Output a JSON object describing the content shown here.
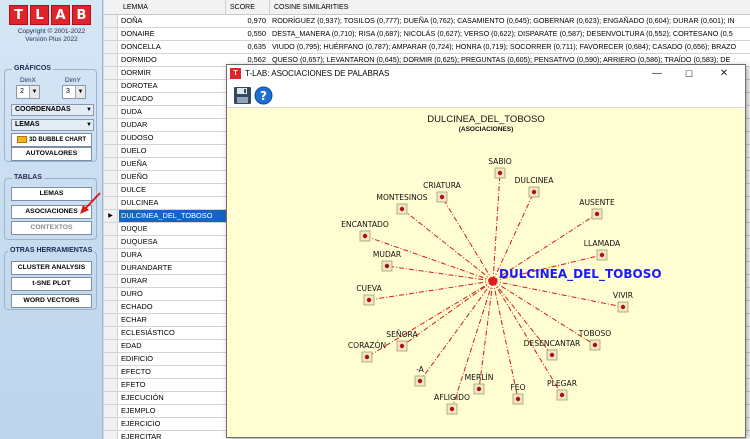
{
  "app": {
    "logo_letters": [
      "T",
      "L",
      "A",
      "B"
    ],
    "copyright": "Copyright © 2001-2022",
    "version": "Versión Plus 2022"
  },
  "left_panel": {
    "graficos": {
      "title": "GRÁFICOS",
      "dimx_label": "DimX",
      "dimx_value": "2",
      "dimy_label": "DimY",
      "dimy_value": "3",
      "coord_label": "COORDENADAS",
      "lemas_label": "LEMAS",
      "bubble_label": "3D BUBBLE CHART",
      "autovalores_label": "AUTOVALORES"
    },
    "tablas": {
      "title": "TABLAS",
      "lemas_label": "LEMAS",
      "asociaciones_label": "ASOCIACIONES",
      "contextos_label": "CONTEXTOS"
    },
    "otras": {
      "title": "OTRAS HERRAMIENTAS",
      "cluster_label": "CLUSTER ANALYSIS",
      "tsne_label": "t-SNE PLOT",
      "wordvec_label": "WORD VECTORS"
    }
  },
  "table": {
    "headers": {
      "lemma": "LEMMA",
      "score": "SCORE",
      "cosine": "COSINE SIMILARITIES"
    },
    "rows": [
      {
        "lemma": "DOÑA",
        "score": "0,970",
        "cosine": "RODRÍGUEZ (0,937); TOSILOS (0,777); DUEÑA (0,762); CASAMIENTO (0,645); GOBERNAR (0,623); ENGAÑADO (0,604); DURAR (0,601); IN"
      },
      {
        "lemma": "DONAIRE",
        "score": "0,550",
        "cosine": "DESTA_MANERA (0,710); RISA (0,687); NICOLÁS (0,627); VERSO (0,622); DISPARATE (0,587); DESENVOLTURA (0,552); CORTESANO (0,5"
      },
      {
        "lemma": "DONCELLA",
        "score": "0,635",
        "cosine": "VIUDO (0,795); HUÉRFANO (0,787); AMPARAR (0,724); HONRA (0,719); SOCORRER (0,711); FAVORECER (0,684); CASADO (0,656); BRAZO"
      },
      {
        "lemma": "DORMIDO",
        "score": "0,562",
        "cosine": "QUESO (0,657); LEVANTARON (0,645); DORMIR (0,625); PREGUNTAS (0,605); PENSATIVO (0,590); ARRIERO (0,586); TRAÍDO (0,583); DE"
      },
      {
        "lemma": "DORMIR",
        "score": "",
        "cosine": ""
      },
      {
        "lemma": "DOROTEA",
        "score": "",
        "cosine": ""
      },
      {
        "lemma": "DUCADO",
        "score": "",
        "cosine": ""
      },
      {
        "lemma": "DUDA",
        "score": "",
        "cosine": ""
      },
      {
        "lemma": "DUDAR",
        "score": "",
        "cosine": ""
      },
      {
        "lemma": "DUDOSO",
        "score": "",
        "cosine": ""
      },
      {
        "lemma": "DUELO",
        "score": "",
        "cosine": ""
      },
      {
        "lemma": "DUEÑA",
        "score": "",
        "cosine": ""
      },
      {
        "lemma": "DUEÑO",
        "score": "",
        "cosine": ""
      },
      {
        "lemma": "DULCE",
        "score": "",
        "cosine": ""
      },
      {
        "lemma": "DULCINEA",
        "score": "",
        "cosine": ""
      },
      {
        "lemma": "DULCINEA_DEL_TOBOSO",
        "score": "",
        "cosine": "",
        "selected": true
      },
      {
        "lemma": "DUQUE",
        "score": "",
        "cosine": ""
      },
      {
        "lemma": "DUQUESA",
        "score": "",
        "cosine": ""
      },
      {
        "lemma": "DURA",
        "score": "",
        "cosine": ""
      },
      {
        "lemma": "DURANDARTE",
        "score": "",
        "cosine": ""
      },
      {
        "lemma": "DURAR",
        "score": "",
        "cosine": ""
      },
      {
        "lemma": "DURO",
        "score": "",
        "cosine": ""
      },
      {
        "lemma": "ECHADO",
        "score": "",
        "cosine": ""
      },
      {
        "lemma": "ECHAR",
        "score": "",
        "cosine": ""
      },
      {
        "lemma": "ECLESIÁSTICO",
        "score": "",
        "cosine": ""
      },
      {
        "lemma": "EDAD",
        "score": "",
        "cosine": ""
      },
      {
        "lemma": "EDIFICIO",
        "score": "",
        "cosine": ""
      },
      {
        "lemma": "EFECTO",
        "score": "",
        "cosine": ""
      },
      {
        "lemma": "EFETO",
        "score": "",
        "cosine": ""
      },
      {
        "lemma": "EJECUCIÓN",
        "score": "",
        "cosine": ""
      },
      {
        "lemma": "EJEMPLO",
        "score": "",
        "cosine": ""
      },
      {
        "lemma": "EJERCICIO",
        "score": "",
        "cosine": ""
      },
      {
        "lemma": "EJERCITAR",
        "score": "",
        "cosine": ""
      }
    ]
  },
  "popup": {
    "title": "T-LAB: ASOCIACIONES DE PALABRAS",
    "icon_letter": "T",
    "controls": {
      "minimize": "—",
      "maximize": "☐",
      "close": "✕"
    },
    "toolbar": {
      "save_icon": "floppy-disk-icon",
      "help_icon": "help-icon"
    }
  },
  "chart_data": {
    "type": "radial-network",
    "title": "DULCINEA_DEL_TOBOSO",
    "subtitle": "(ASOCIACIONES)",
    "center": "DULCINEA_DEL_TOBOSO",
    "center_color": "#1a1aff",
    "edge_color": "#d81818",
    "nodes": [
      "SABIO",
      "DULCINEA",
      "AUSENTE",
      "LLAMADA",
      "VIVIR",
      "TOBOSO",
      "DESENCANTAR",
      "PLEGAR",
      "FEO",
      "MERLÍN",
      "AFLIGIDO",
      "-A",
      "SEÑORA",
      "CORAZÓN",
      "CUEVA",
      "MUDAR",
      "ENCANTADO",
      "MONTESINOS",
      "CRIATURA"
    ]
  }
}
